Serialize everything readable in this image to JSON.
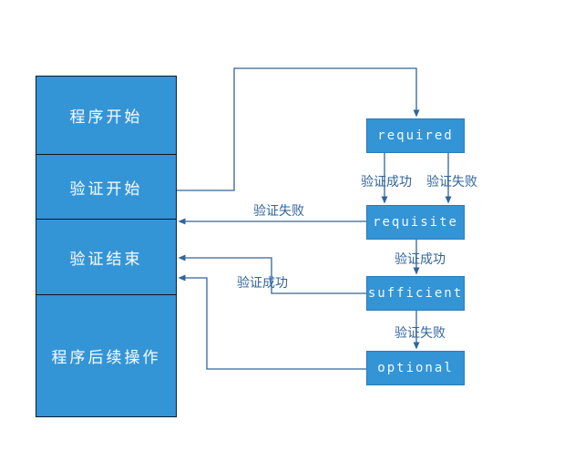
{
  "diagram": {
    "title_semantic": "PAM module control-flow diagram",
    "colors": {
      "box_fill": "#3394d6",
      "box_border_dark": "#0d1b2e",
      "module_border": "#2a7cb8",
      "connector_line": "#31659a",
      "box_text": "#f2f8fd",
      "label_text": "#31659a",
      "background": "#ffffff"
    },
    "flow_column": {
      "stages": [
        {
          "label": "程序开始"
        },
        {
          "label": "验证开始"
        },
        {
          "label": "验证结束"
        },
        {
          "label": "程序后续操作"
        }
      ]
    },
    "modules": [
      {
        "label": "required"
      },
      {
        "label": "requisite"
      },
      {
        "label": "sufficient"
      },
      {
        "label": "optional"
      }
    ],
    "edge_labels": [
      {
        "id": "required-to-requisite-success",
        "text": "验证成功"
      },
      {
        "id": "required-to-requisite-fail",
        "text": "验证失败"
      },
      {
        "id": "requisite-to-end-fail",
        "text": "验证失败"
      },
      {
        "id": "requisite-to-sufficient-success",
        "text": "验证成功"
      },
      {
        "id": "sufficient-to-end-success",
        "text": "验证成功"
      },
      {
        "id": "sufficient-to-optional-fail",
        "text": "验证失败"
      }
    ]
  }
}
